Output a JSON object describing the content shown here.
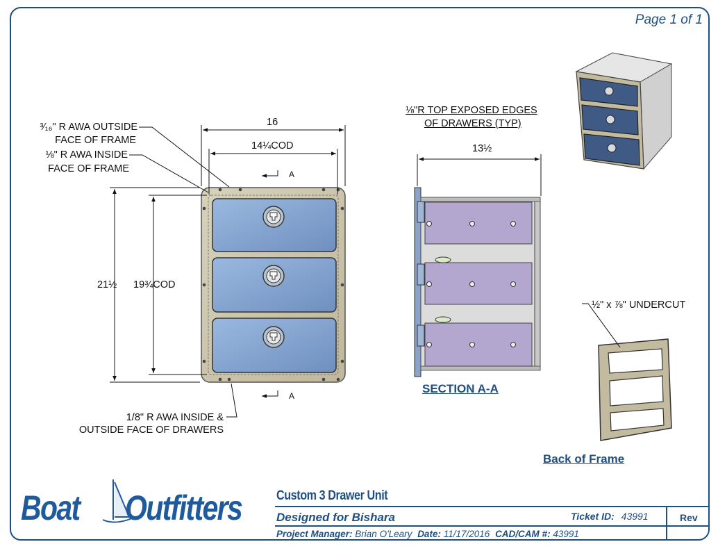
{
  "page_label": "Page 1 of 1",
  "notes": {
    "frame_outside_line1": "³⁄₁₆\" R AWA OUTSIDE",
    "frame_outside_line2": "FACE OF FRAME",
    "frame_inside_line1": "⅛\" R AWA INSIDE",
    "frame_inside_line2": "FACE OF FRAME",
    "drawers_line1": "1/8\" R AWA INSIDE &",
    "drawers_line2": "OUTSIDE FACE OF DRAWERS",
    "top_edges_line1": "⅛\"R TOP EXPOSED EDGES",
    "top_edges_line2": "OF DRAWERS (TYP)",
    "undercut": "½\" x ⅞\" UNDERCUT"
  },
  "dimensions": {
    "overall_width": "16",
    "cod_width": "14¼COD",
    "overall_height": "21½",
    "cod_height": "19¾COD",
    "section_depth": "13½"
  },
  "section_markers": {
    "top": "A",
    "bottom": "A"
  },
  "labels": {
    "section": "SECTION A-A",
    "back_of_frame": "Back of Frame"
  },
  "title_block": {
    "logo_part1": "Boat",
    "logo_part2": "Outfitters",
    "project_title": "Custom 3 Drawer Unit",
    "designed_for": "Designed for Bishara",
    "ticket_label": "Ticket ID:",
    "ticket_value": "43991",
    "rev_label": "Rev",
    "pm_label": "Project Manager:",
    "pm_value": "Brian O'Leary",
    "date_label": "Date:",
    "date_value": "11/17/2016",
    "cad_label": "CAD/CAM #:",
    "cad_value": "43991"
  },
  "colors": {
    "border": "#1e4f80",
    "frame": "#cdc6ad",
    "drawer_face": "#86a6d0",
    "drawer_box": "#b3a6cf"
  }
}
